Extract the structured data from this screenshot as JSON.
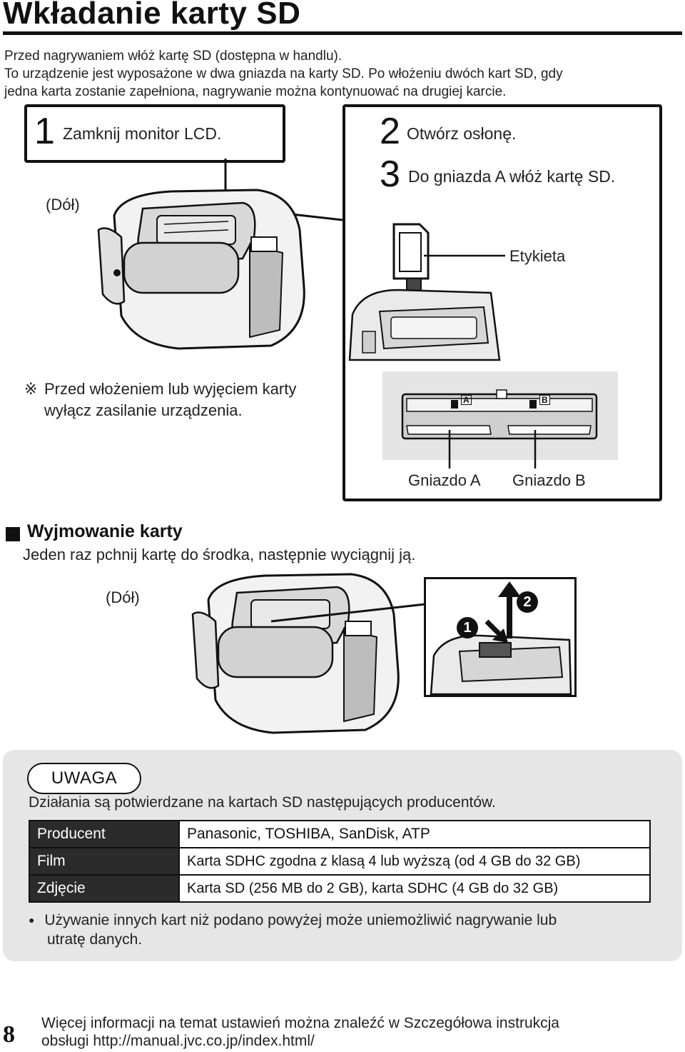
{
  "page": {
    "title": "Wkładanie karty SD",
    "intro_line1": "Przed nagrywaniem włóż kartę SD (dostępna w handlu).",
    "intro_line2": "To urządzenie jest wyposażone w dwa gniazda na karty SD. Po włożeniu dwóch kart SD, gdy",
    "intro_line3": "jedna karta zostanie zapełniona, nagrywanie można kontynuować na drugiej karcie."
  },
  "steps": {
    "s1_num": "1",
    "s1_text": "Zamknij monitor LCD.",
    "s2_num": "2",
    "s2_text": "Otwórz osłonę.",
    "s3_num": "3",
    "s3_text": "Do gniazda A włóż kartę SD.",
    "bottom_label": "(Dół)",
    "label_tag": "Etykieta",
    "note_mark": "※",
    "note_line1": "Przed włożeniem lub wyjęciem karty",
    "note_line2": "wyłącz zasilanie urządzenia.",
    "slot_a": "Gniazdo A",
    "slot_b": "Gniazdo B",
    "slot_a_letter": "A",
    "slot_b_letter": "B"
  },
  "removal": {
    "heading": "Wyjmowanie karty",
    "text": "Jeden raz pchnij kartę do środka, następnie wyciągnij ją.",
    "bottom_label": "(Dół)",
    "marker1": "1",
    "marker2": "2"
  },
  "note": {
    "badge": "UWAGA",
    "intro": "Działania są potwierdzane na kartach SD następujących producentów.",
    "rows": [
      {
        "key": "Producent",
        "value": "Panasonic, TOSHIBA, SanDisk, ATP"
      },
      {
        "key": "Film",
        "value": "Karta SDHC zgodna z klasą 4 lub wyższą (od 4 GB do 32 GB)"
      },
      {
        "key": "Zdjęcie",
        "value": "Karta SD (256 MB do 2 GB), karta SDHC (4 GB do 32 GB)"
      }
    ],
    "bullet": "●",
    "bullet_text_line1": "Używanie innych kart niż podano powyżej może uniemożliwić nagrywanie lub",
    "bullet_text_line2": "utratę danych."
  },
  "footer": {
    "page_number": "8",
    "line1": "Więcej informacji na temat ustawień można znaleźć w Szczegółowa instrukcja",
    "line2": "obsługi http://manual.jvc.co.jp/index.html/"
  },
  "colors": {
    "ink": "#111111",
    "panel_gray": "#e6e6e6",
    "table_header": "#2b2b2b"
  },
  "icons": [
    "black-square-icon",
    "camcorder-illustration",
    "sd-card-illustration",
    "down-arrow-icon",
    "up-arrow-icon"
  ]
}
